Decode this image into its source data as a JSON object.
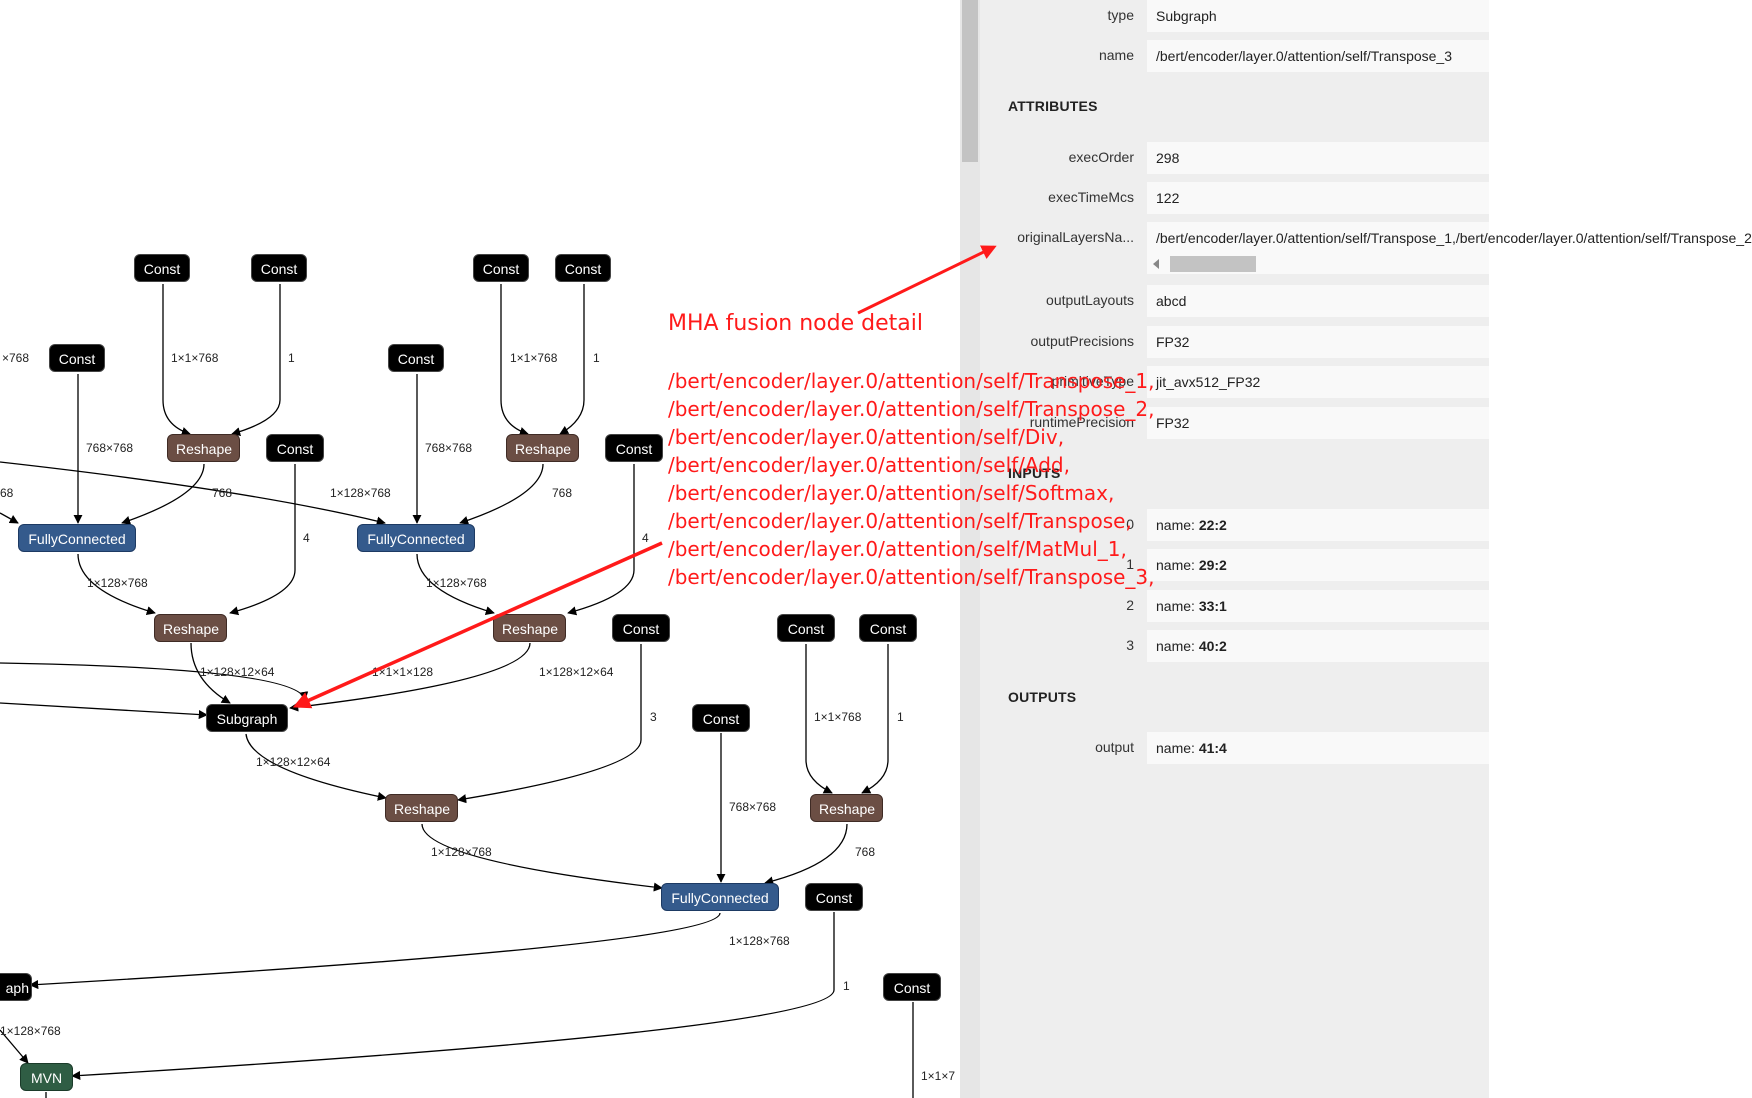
{
  "graph": {
    "nodes": {
      "c1": "Const",
      "c2": "Const",
      "c3": "Const",
      "c4": "Const",
      "c5": "Const",
      "c6": "Const",
      "c7": "Const",
      "c8": "Const",
      "c9": "Const",
      "c10": "Const",
      "c11": "Const",
      "c12": "Const",
      "c13": "Const",
      "c14": "Const",
      "r1": "Reshape",
      "r2": "Reshape",
      "r3": "Reshape",
      "r4": "Reshape",
      "r5": "Reshape",
      "r6": "Reshape",
      "fc1": "FullyConnected",
      "fc2": "FullyConnected",
      "fc3": "FullyConnected",
      "sg1": "Subgraph",
      "sg2": "aph",
      "mvn": "MVN"
    },
    "edge_labels": {
      "e1": "1×1×768",
      "e2": "1",
      "e3": "1×1×768",
      "e4": "1",
      "e5": "×768",
      "e6": "768×768",
      "e7": "768×768",
      "e8": "768",
      "e9": "768",
      "e10": "68",
      "e11": "1×128×768",
      "e12": "4",
      "e13": "4",
      "e14": "1×128×768",
      "e15": "1×128×768",
      "e16": "1×128×12×64",
      "e17": "1×1×1×128",
      "e18": "1×128×12×64",
      "e19": "3",
      "e20": "1×1×768",
      "e21": "1",
      "e22": "1×128×12×64",
      "e23": "768×768",
      "e24": "1×128×768",
      "e25": "768",
      "e26": "1×128×768",
      "e27": "1",
      "e28": "1×128×768",
      "e29": "1×1×7"
    }
  },
  "properties": {
    "type_key": "type",
    "type_value": "Subgraph",
    "name_key": "name",
    "name_value": "/bert/encoder/layer.0/attention/self/Transpose_3",
    "attributes_header": "ATTRIBUTES",
    "attributes": [
      {
        "key": "execOrder",
        "value": "298"
      },
      {
        "key": "execTimeMcs",
        "value": "122"
      },
      {
        "key": "originalLayersNa...",
        "value": "/bert/encoder/layer.0/attention/self/Transpose_1,/bert/encoder/layer.0/attention/self/Transpose_2"
      },
      {
        "key": "outputLayouts",
        "value": "abcd"
      },
      {
        "key": "outputPrecisions",
        "value": "FP32"
      },
      {
        "key": "primitiveType",
        "value": "jit_avx512_FP32"
      },
      {
        "key": "runtimePrecision",
        "value": "FP32"
      }
    ],
    "inputs_header": "INPUTS",
    "inputs": [
      {
        "key": "0",
        "label": "name: ",
        "value": "22:2"
      },
      {
        "key": "1",
        "label": "name: ",
        "value": "29:2"
      },
      {
        "key": "2",
        "label": "name: ",
        "value": "33:1"
      },
      {
        "key": "3",
        "label": "name: ",
        "value": "40:2"
      }
    ],
    "outputs_header": "OUTPUTS",
    "outputs": [
      {
        "key": "output",
        "label": "name: ",
        "value": "41:4"
      }
    ]
  },
  "annotation": {
    "title": "MHA fusion node detail",
    "lines": [
      "/bert/encoder/layer.0/attention/self/Transpose_1,",
      "/bert/encoder/layer.0/attention/self/Transpose_2,",
      "/bert/encoder/layer.0/attention/self/Div,",
      "/bert/encoder/layer.0/attention/self/Add,",
      "/bert/encoder/layer.0/attention/self/Softmax,",
      "/bert/encoder/layer.0/attention/self/Transpose,",
      "/bert/encoder/layer.0/attention/self/MatMul_1,",
      "/bert/encoder/layer.0/attention/self/Transpose_3,"
    ],
    "color": "#ff1a1a"
  },
  "colors": {
    "const": "#000000",
    "reshape": "#6b4e44",
    "fully_connected": "#345a8c",
    "mvn": "#2f5d44",
    "panel_bg": "#eeeeee",
    "annotation": "#ff1a1a"
  }
}
